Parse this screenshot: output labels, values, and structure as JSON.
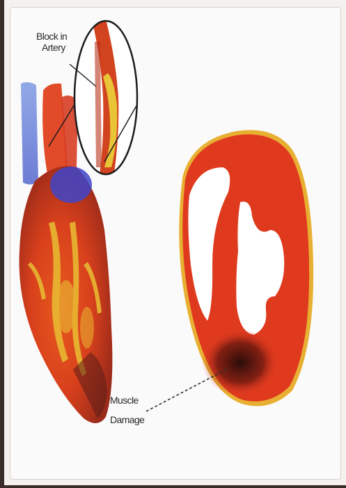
{
  "labels": {
    "block_line1": "Block in",
    "block_line2": "Artery",
    "damage_line1": "Muscle",
    "damage_line2": "Damage"
  }
}
